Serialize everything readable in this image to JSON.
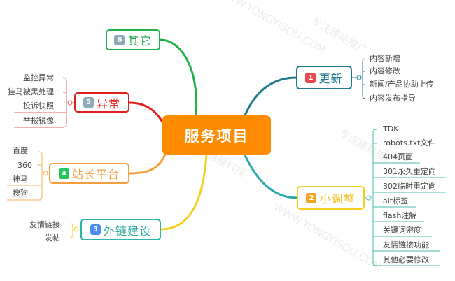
{
  "center": {
    "label": "服务项目",
    "color": "#FF8C00"
  },
  "branches": [
    {
      "num": "1",
      "label": "更新",
      "color": "#1E7A8C",
      "badge_color": "#E84B4B",
      "text_color": "#1E7A8C",
      "leaves": [
        "内容新增",
        "内容修改",
        "新闻/产品协助上传",
        "内容发布指导"
      ]
    },
    {
      "num": "2",
      "label": "小调整",
      "color": "#F5D020",
      "badge_color": "#F5A623",
      "text_color": "#F0C020",
      "leaves": [
        "TDK",
        "robots.txt文件",
        "404页面",
        "301永久重定向",
        "302临时重定向",
        "alt标签",
        "flash注解",
        "关键词密度",
        "友情链接功能",
        "其他必要修改"
      ]
    },
    {
      "num": "3",
      "label": "外链建设",
      "color": "#2BB5A8",
      "badge_color": "#4A8CF0",
      "text_color": "#2BA89C",
      "leaves": [
        "友情链接",
        "发帖"
      ]
    },
    {
      "num": "4",
      "label": "站长平台",
      "color": "#F5A040",
      "badge_color": "#22C55E",
      "text_color": "#F5A040",
      "leaves": [
        "百度",
        "360",
        "神马",
        "搜狗"
      ]
    },
    {
      "num": "5",
      "label": "异常",
      "color": "#E02020",
      "badge_color": "#8AAAB5",
      "text_color": "#E03030",
      "leaves": [
        "监控异常",
        "挂马被黑处理",
        "投诉快照",
        "举报镜像"
      ]
    },
    {
      "num": "6",
      "label": "其它",
      "color": "#22B24C",
      "badge_color": "#8AAAB5",
      "text_color": "#22A24C",
      "leaves": []
    }
  ],
  "watermarks": [
    "永易搜科技",
    "专注建站推广",
    "WWW.YONGYISOU.COM"
  ]
}
